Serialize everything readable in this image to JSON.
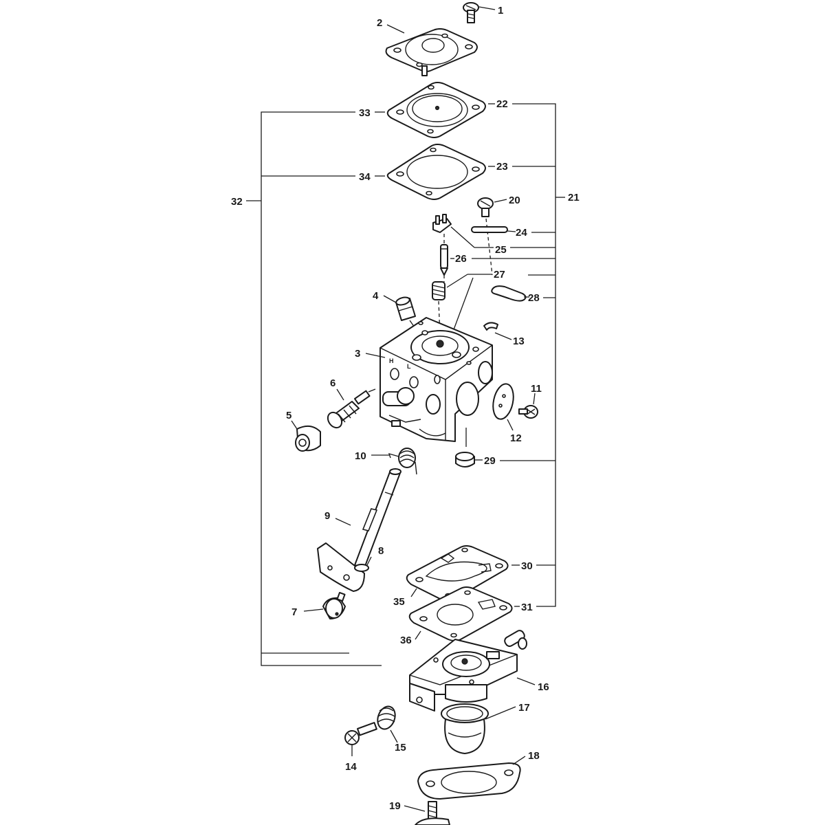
{
  "labels": {
    "p1": "1",
    "p2": "2",
    "p3": "3",
    "p4": "4",
    "p5": "5",
    "p6": "6",
    "p7": "7",
    "p8": "8",
    "p9": "9",
    "p10": "10",
    "p11": "11",
    "p12": "12",
    "p13": "13",
    "p14": "14",
    "p15": "15",
    "p16": "16",
    "p17": "17",
    "p18": "18",
    "p19": "19",
    "p20": "20",
    "p21": "21",
    "p22": "22",
    "p23": "23",
    "p24": "24",
    "p25": "25",
    "p26": "26",
    "p27": "27",
    "p28": "28",
    "p29": "29",
    "p30": "30",
    "p31": "31",
    "p32": "32",
    "p33": "33",
    "p34": "34",
    "p35": "35",
    "p36": "36"
  },
  "body_markings": {
    "h": "H",
    "l": "L"
  }
}
